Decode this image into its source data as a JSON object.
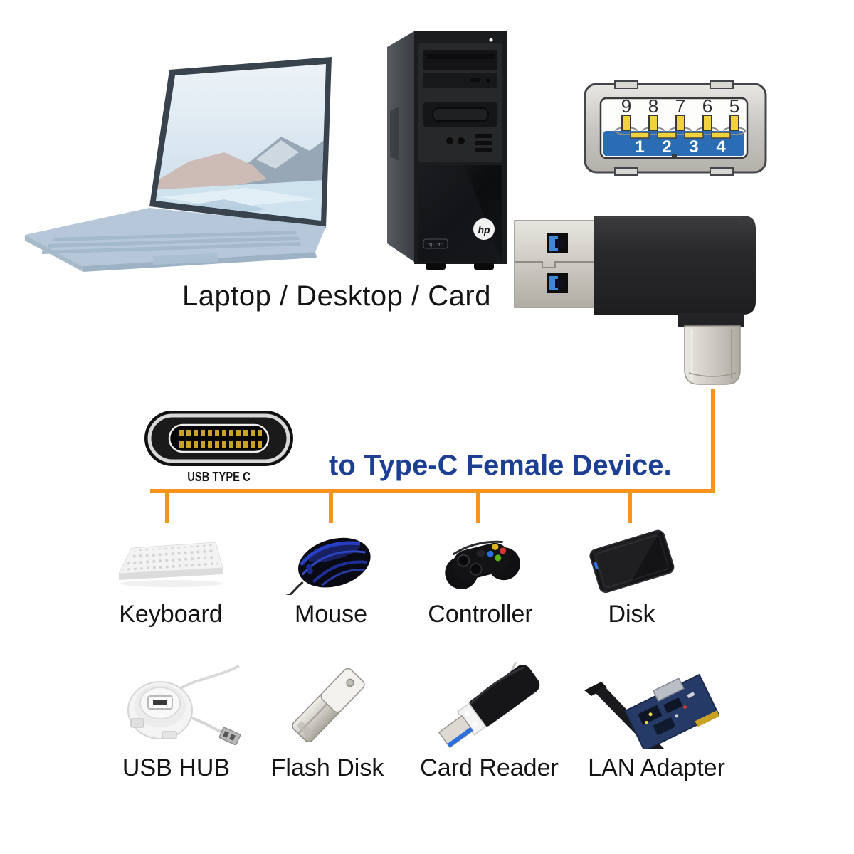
{
  "palette": {
    "orange": "#F7941D",
    "heading_blue": "#1C3F94",
    "usb_band_blue": "#2A6DB5",
    "pin_yellow": "#F0D23C",
    "label_color": "#141414"
  },
  "source_group": {
    "caption": "Laptop / Desktop / Card"
  },
  "tower": {
    "logo_text": "hp",
    "model_text": "hp pro"
  },
  "usb_a_diagram": {
    "top_pins": [
      "9",
      "8",
      "7",
      "6",
      "5"
    ],
    "bottom_pins": [
      "1",
      "2",
      "3",
      "4"
    ]
  },
  "type_c_plug": {
    "label": "USB TYPE C"
  },
  "heading": {
    "text": "to Type-C Female Device."
  },
  "devices_row1": [
    {
      "label": "Keyboard"
    },
    {
      "label": "Mouse"
    },
    {
      "label": "Controller"
    },
    {
      "label": "Disk"
    }
  ],
  "devices_row2": [
    {
      "label": "USB HUB"
    },
    {
      "label": "Flash Disk"
    },
    {
      "label": "Card Reader"
    },
    {
      "label": "LAN Adapter"
    }
  ]
}
